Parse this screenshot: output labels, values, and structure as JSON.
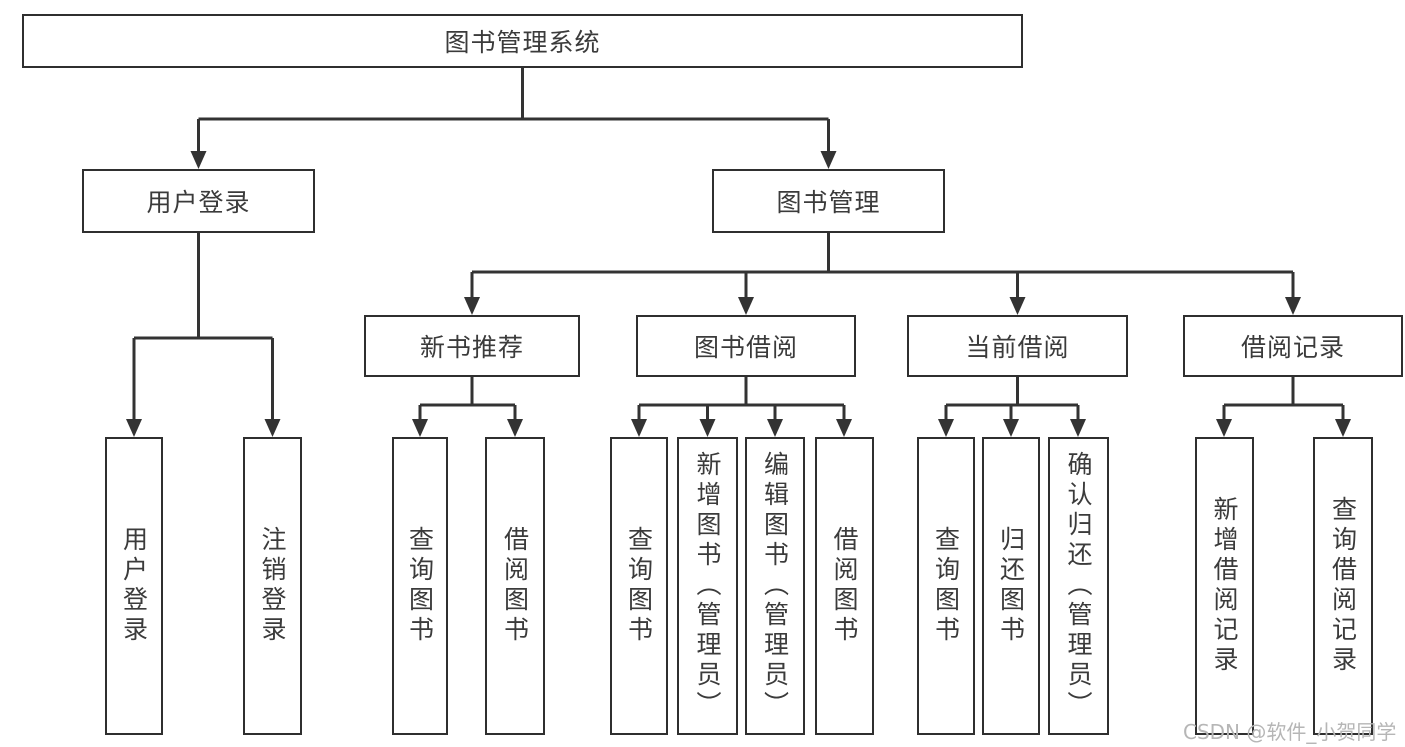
{
  "watermark": "CSDN @软件_小贺同学",
  "colors": {
    "line": "#333333",
    "box_border": "#2f2f2f",
    "text": "#3b3b3b",
    "watermark": "#b6b6b6",
    "background": "#ffffff"
  },
  "tree": {
    "root": {
      "label": "图书管理系统"
    },
    "branches": [
      {
        "label": "用户登录",
        "children": [
          {
            "label": "用户登录"
          },
          {
            "label": "注销登录"
          }
        ]
      },
      {
        "label": "图书管理",
        "children": [
          {
            "label": "新书推荐",
            "children": [
              {
                "label": "查询图书"
              },
              {
                "label": "借阅图书"
              }
            ]
          },
          {
            "label": "图书借阅",
            "children": [
              {
                "label": "查询图书"
              },
              {
                "label": "新增图书（管理员）"
              },
              {
                "label": "编辑图书（管理员）"
              },
              {
                "label": "借阅图书"
              }
            ]
          },
          {
            "label": "当前借阅",
            "children": [
              {
                "label": "查询图书"
              },
              {
                "label": "归还图书"
              },
              {
                "label": "确认归还（管理员）"
              }
            ]
          },
          {
            "label": "借阅记录",
            "children": [
              {
                "label": "新增借阅记录"
              },
              {
                "label": "查询借阅记录"
              }
            ]
          }
        ]
      }
    ]
  }
}
